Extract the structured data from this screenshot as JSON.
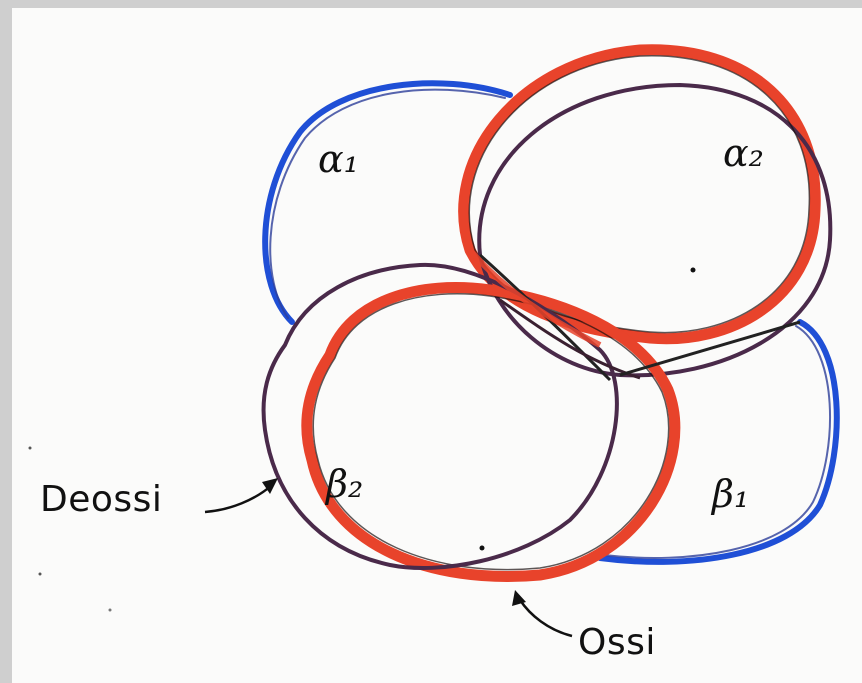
{
  "labels": {
    "alpha1": "α₁",
    "alpha2": "α₂",
    "beta1": "β₁",
    "beta2": "β₂",
    "deoxy": "Deossi",
    "oxy": "Ossi"
  },
  "colors": {
    "paper": "#fbfbfa",
    "alpha1_blue": "#1f4fd6",
    "beta1_blue": "#1f4fd6",
    "oxy_red": "#e8432b",
    "deoxy_dark": "#4a2a4a",
    "ink": "#111111"
  }
}
